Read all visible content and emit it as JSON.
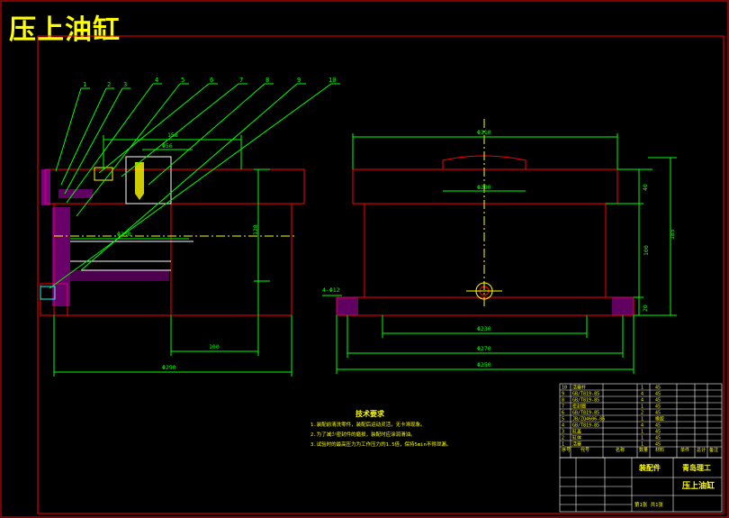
{
  "title": "压上油缸",
  "colors": {
    "background": "#000000",
    "outline": "#ff0000",
    "dimension": "#00ff00",
    "part": "#ffffff",
    "hatch": "#ff00ff",
    "center": "#ffff00",
    "title": "#ffff00"
  },
  "balloons": [
    "1",
    "2",
    "3",
    "4",
    "5",
    "6",
    "7",
    "8",
    "9",
    "10"
  ],
  "left_view": {
    "dimensions": [
      "158",
      "Φ56",
      "Φ250",
      "128",
      "100",
      "Φ290"
    ]
  },
  "right_view": {
    "dimensions": [
      "Φ310",
      "Φ200",
      "40",
      "100",
      "185",
      "4-Φ12",
      "20",
      "Φ230",
      "Φ270",
      "Φ250"
    ]
  },
  "notes": {
    "heading": "技术要求",
    "lines": [
      "1.装配前清洗零件，装配后运动灵活，无卡滞现象。",
      "2.为了减少密封件的磨损，装配时应涂润滑油。",
      "3.试验时的最高压力为工作压力的1.5倍，保持5min不得泄漏。"
    ]
  },
  "title_block": {
    "rows": [
      {
        "no": "10",
        "name": "活塞杆",
        "qty": "1",
        "material": "45"
      },
      {
        "no": "9",
        "name": "GB/T819-85",
        "qty": "4",
        "material": "45"
      },
      {
        "no": "8",
        "name": "GB/T819-85",
        "qty": "4",
        "material": "45"
      },
      {
        "no": "7",
        "name": "密封圈",
        "qty": "1",
        "material": "45"
      },
      {
        "no": "6",
        "name": "GB/T819-85",
        "qty": "2",
        "material": "45"
      },
      {
        "no": "5",
        "name": "JB/ZQ4606-86",
        "qty": "1",
        "material": "橡胶"
      },
      {
        "no": "4",
        "name": "GB/T819-85",
        "qty": "4",
        "material": "45"
      },
      {
        "no": "3",
        "name": "缸盖",
        "qty": "1",
        "material": "45"
      },
      {
        "no": "2",
        "name": "缸体",
        "qty": "1",
        "material": "45"
      },
      {
        "no": "1",
        "name": "活塞",
        "qty": "1",
        "material": "45"
      }
    ],
    "header": [
      "序号",
      "代号",
      "名称",
      "数量",
      "材料",
      "单件",
      "总计",
      "备注"
    ],
    "drawing_name": "压上油缸",
    "school": "青岛理工",
    "assembly": "装配件",
    "sheet": "第1张  共1张"
  }
}
